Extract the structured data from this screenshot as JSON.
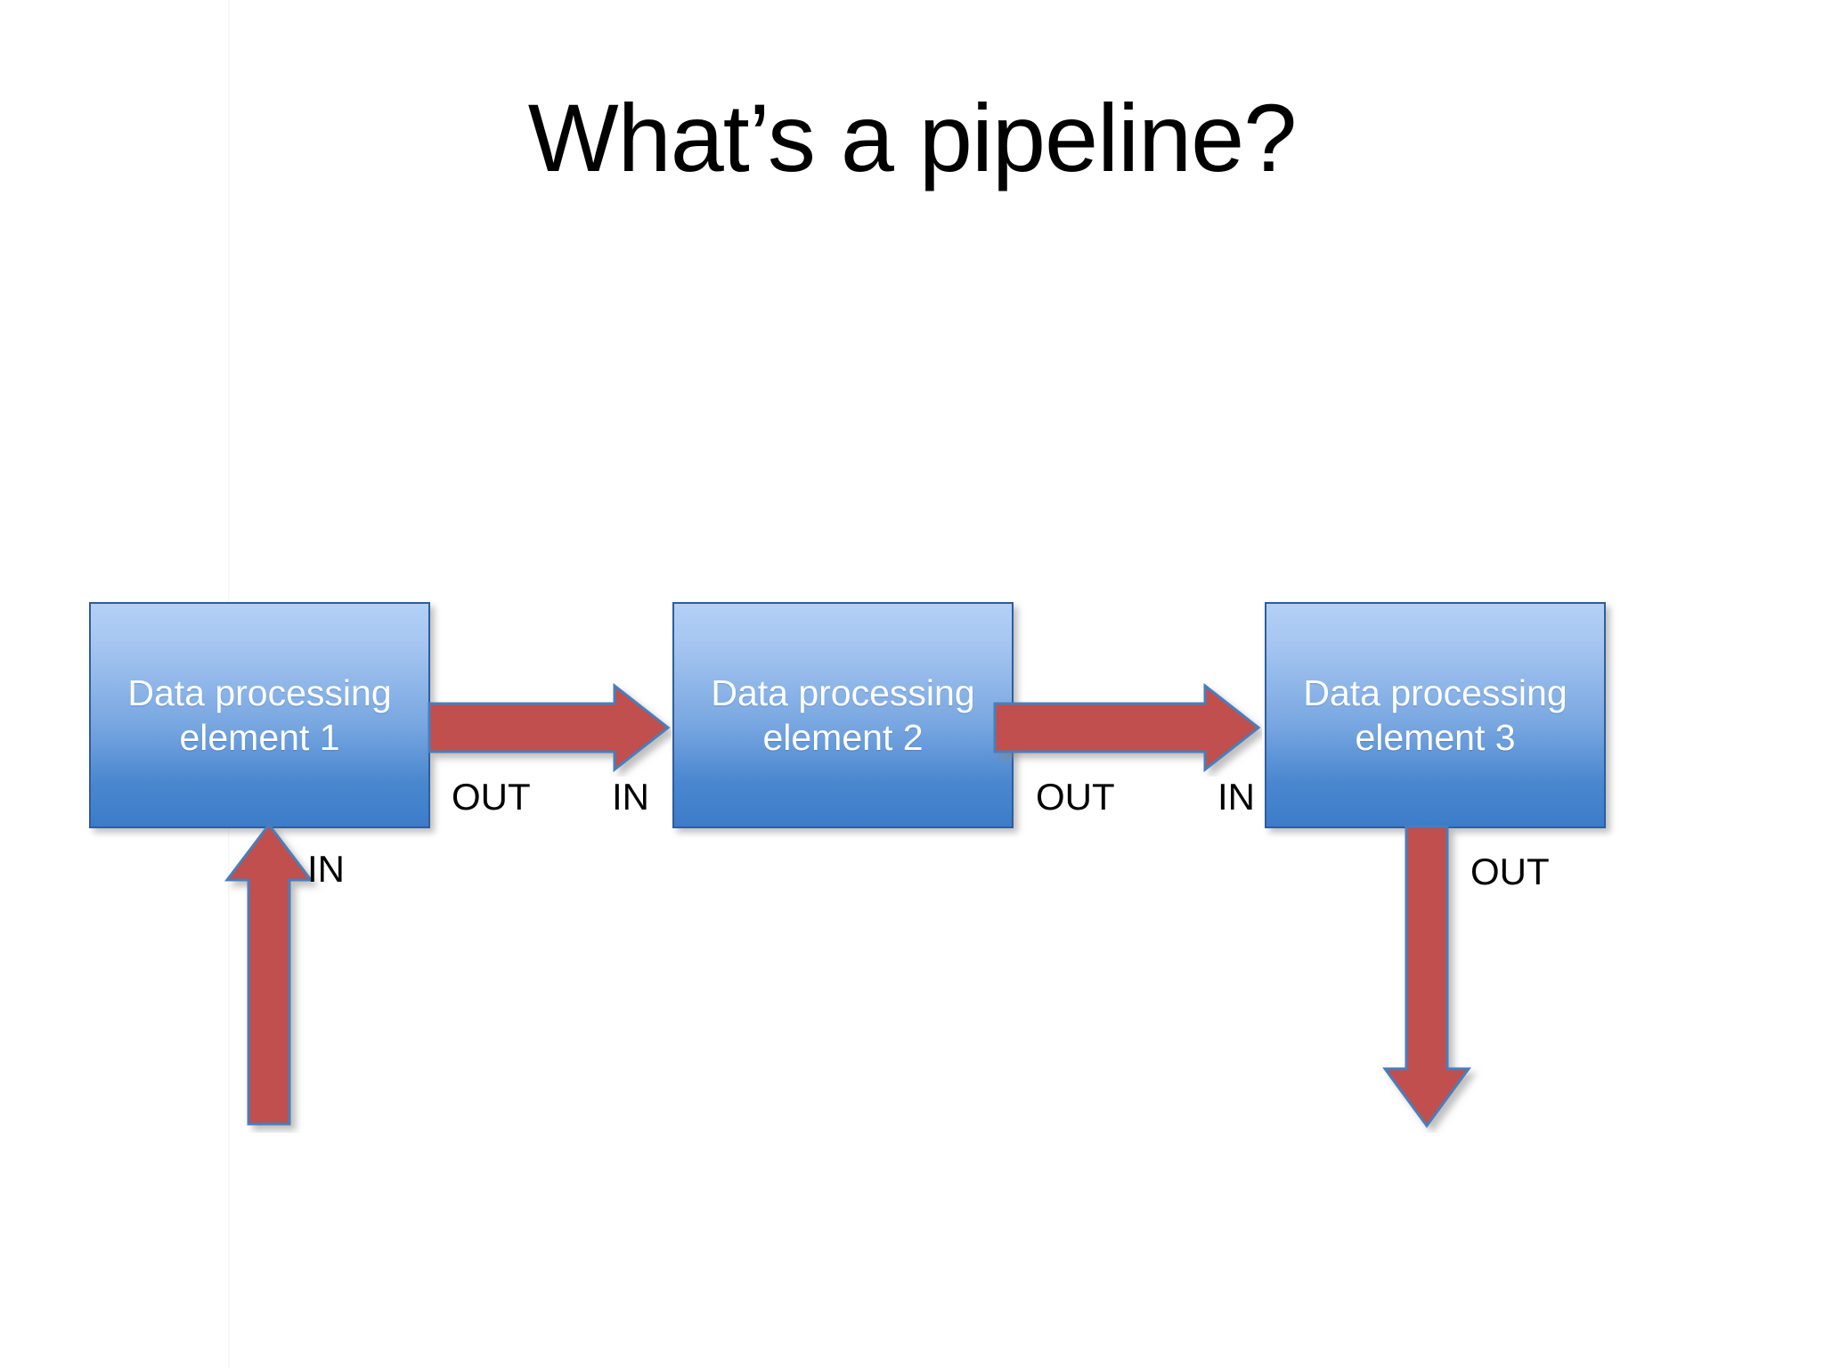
{
  "slide": {
    "title": "What’s a pipeline?",
    "background_color": "#ffffff"
  },
  "theme": {
    "box_fill_top": "#b3d0f5",
    "box_fill_bottom": "#3c7cc9",
    "box_border": "#2f5d9c",
    "box_text_color": "#ffffff",
    "arrow_fill": "#c0504d",
    "arrow_outline": "#4a7ebb",
    "label_color": "#000000"
  },
  "diagram": {
    "boxes": [
      {
        "id": "box1",
        "line1": "Data processing",
        "line2": "element 1",
        "text": "Data processing\nelement 1"
      },
      {
        "id": "box2",
        "line1": "Data processing",
        "line2": "element 2",
        "text": "Data processing\nelement 2"
      },
      {
        "id": "box3",
        "line1": "Data processing",
        "line2": "element 3",
        "text": "Data processing\nelement 3"
      }
    ],
    "arrows": [
      {
        "id": "arrow-up",
        "direction": "up",
        "from": "external",
        "to": "box1",
        "label": "IN"
      },
      {
        "id": "arrow-h1",
        "direction": "right",
        "from": "box1",
        "to": "box2",
        "labels": [
          "OUT",
          "IN"
        ]
      },
      {
        "id": "arrow-h2",
        "direction": "right",
        "from": "box2",
        "to": "box3",
        "labels": [
          "OUT",
          "IN"
        ]
      },
      {
        "id": "arrow-down",
        "direction": "down",
        "from": "box3",
        "to": "external",
        "label": "OUT"
      }
    ],
    "labels": {
      "in1": "IN",
      "out1": "OUT",
      "in2": "IN",
      "out2": "OUT",
      "in3": "IN",
      "out3": "OUT"
    }
  }
}
